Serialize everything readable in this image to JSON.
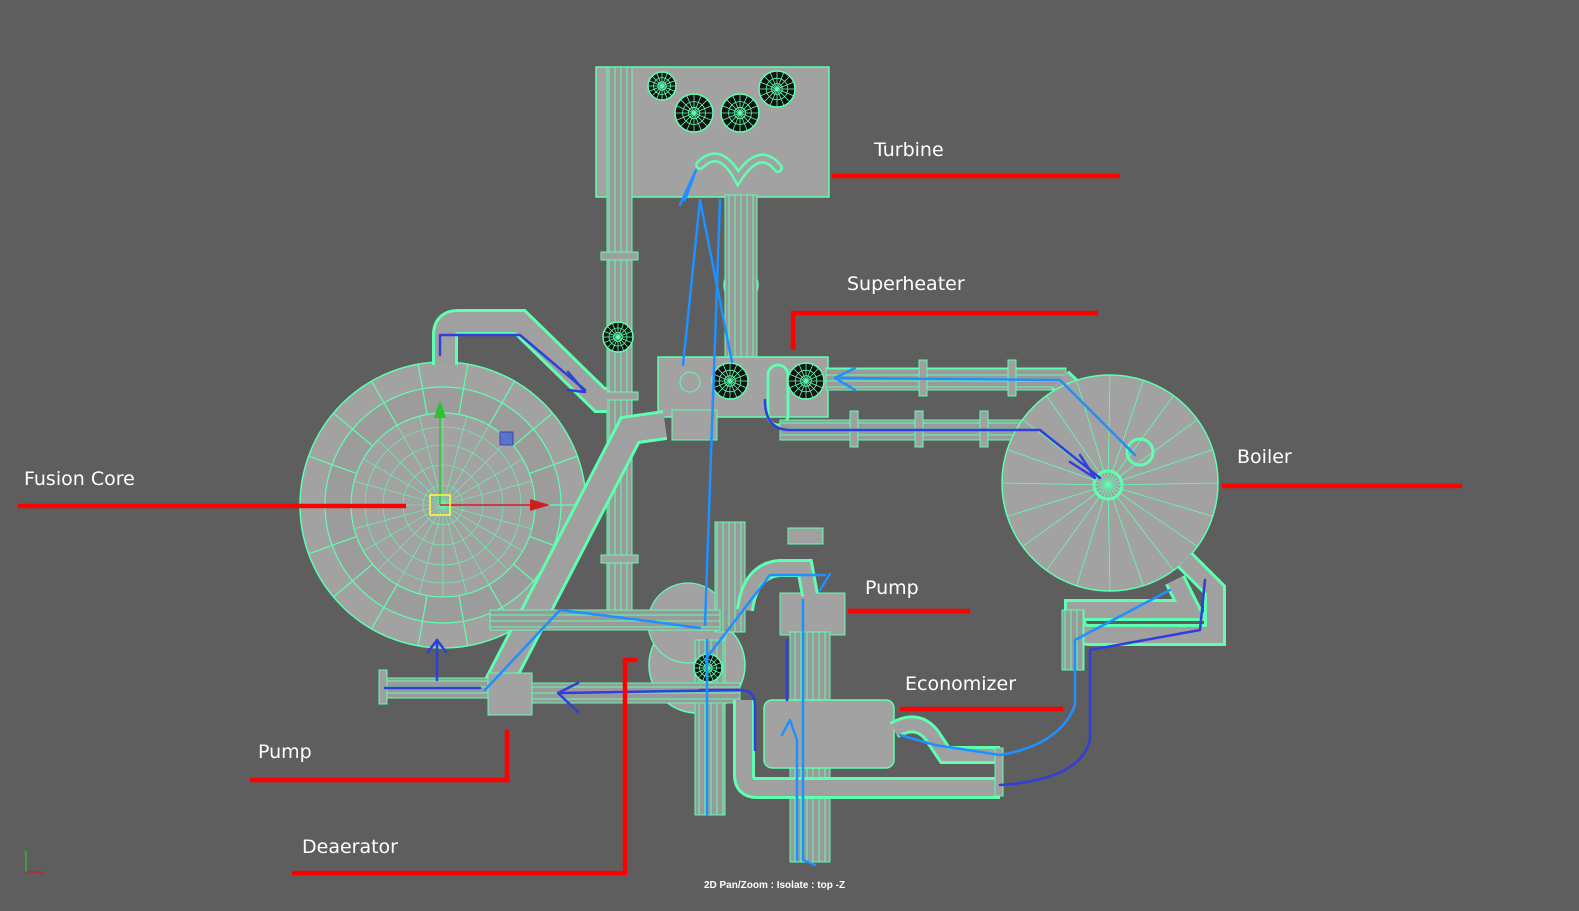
{
  "labels": {
    "turbine": "Turbine",
    "superheater": "Superheater",
    "boiler": "Boiler",
    "fusion_core": "Fusion Core",
    "pump_right": "Pump",
    "economizer": "Economizer",
    "pump_left": "Pump",
    "deaerator": "Deaerator"
  },
  "status_bar": "2D Pan/Zoom : Isolate : top -Z",
  "colors": {
    "background": "#5e5e5e",
    "wire": "#5effb0",
    "surface": "#a0a0a0",
    "annotation": "#ff0000",
    "flow_light": "#1e90ff",
    "flow_dark": "#2f3fd9"
  }
}
